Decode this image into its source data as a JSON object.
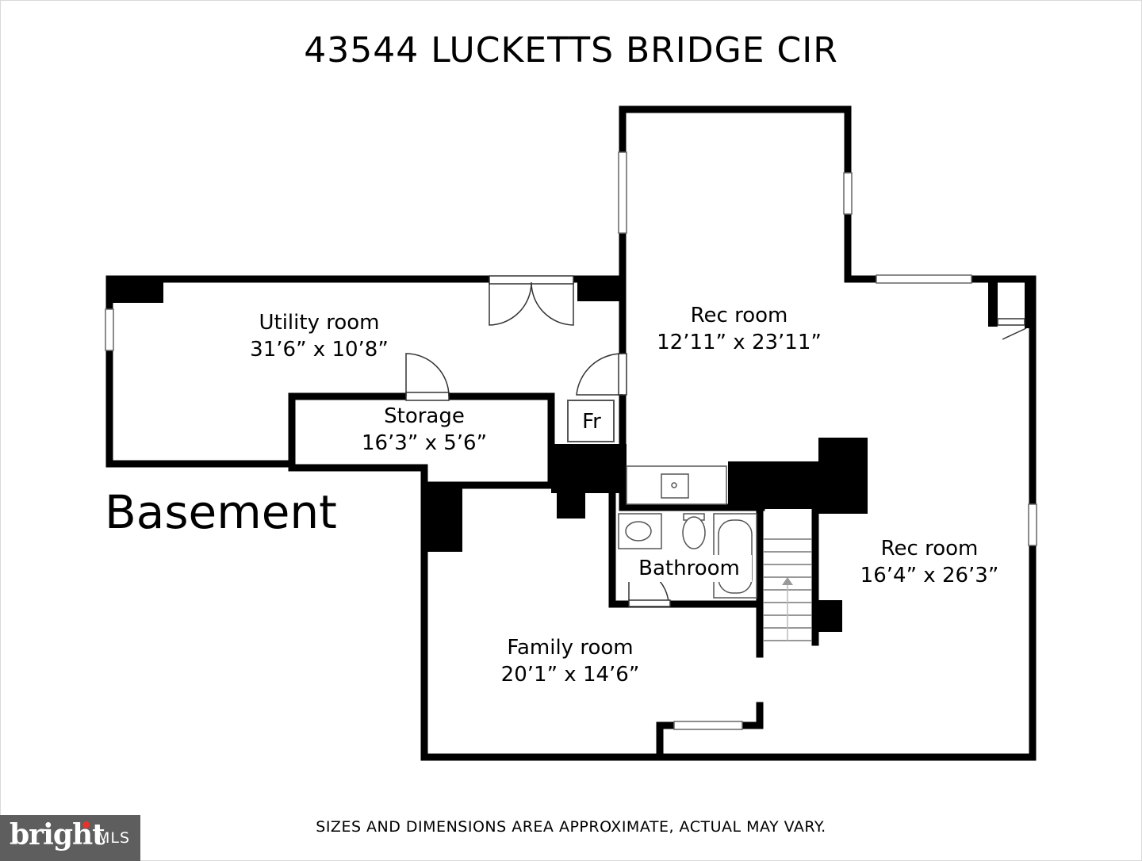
{
  "title": "43544 LUCKETTS BRIDGE CIR",
  "floor_label": "Basement",
  "rooms": [
    {
      "name": "Utility room",
      "size": "31’6” x 10’8”"
    },
    {
      "name": "Storage",
      "size": "16’3” x 5’6”"
    },
    {
      "name": "Rec room",
      "size": "12’11” x 23’11”"
    },
    {
      "name": "Rec room",
      "size": "16’4” x 26’3”"
    },
    {
      "name": "Bathroom",
      "size": ""
    },
    {
      "name": "Family room",
      "size": "20’1” x 14’6”"
    }
  ],
  "fridge_label": "Fr",
  "disclaimer": "SIZES AND DIMENSIONS AREA APPROXIMATE, ACTUAL MAY VARY.",
  "logo": {
    "brand": "bright",
    "suffix": "MLS",
    "accent_color": "#e4342e"
  },
  "colors": {
    "wall": "#000000",
    "background": "#ffffff",
    "fixture": "#555555"
  }
}
